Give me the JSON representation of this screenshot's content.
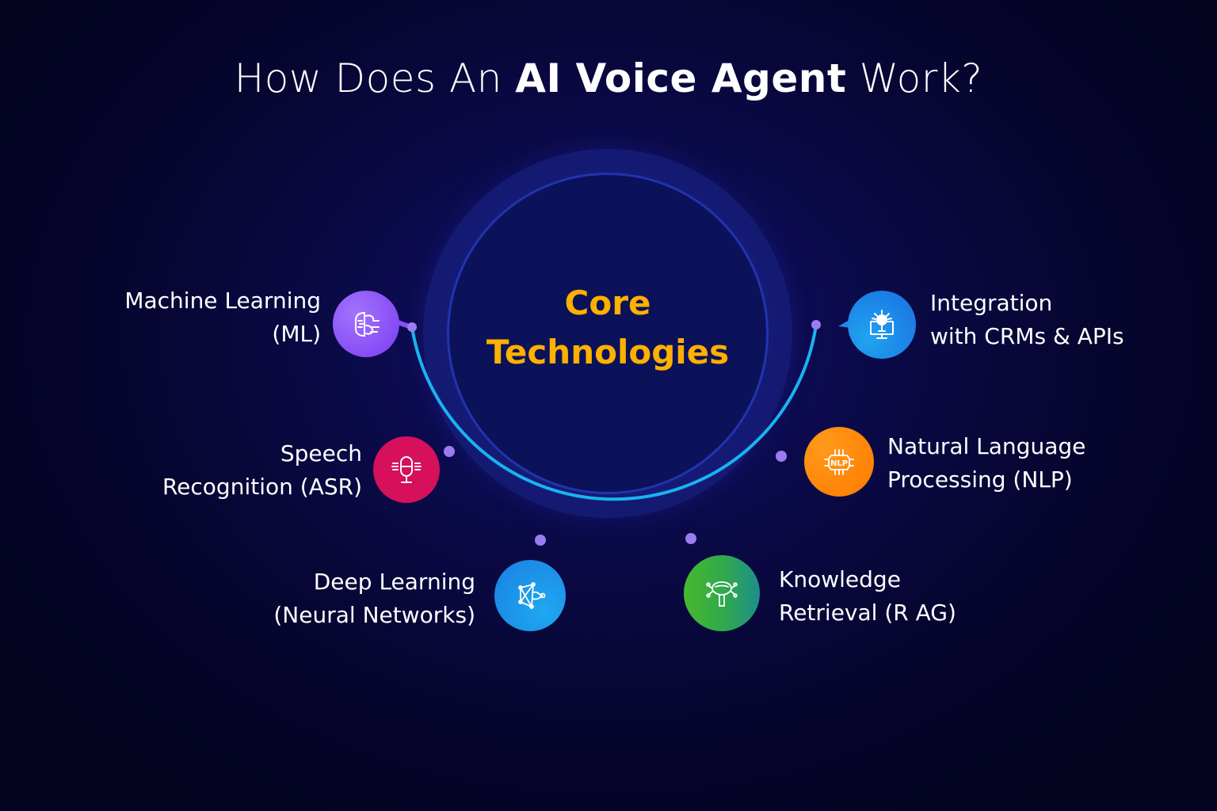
{
  "title": {
    "prefix": "How Does An ",
    "highlight": "AI Voice Agent",
    "suffix": " Work?"
  },
  "center": {
    "line1": "Core",
    "line2": "Technologies",
    "color": "#ffb000"
  },
  "technologies": [
    {
      "id": "ml",
      "line1": "Machine Learning",
      "line2": "(ML)",
      "icon": "brain-circuit-icon",
      "color": "#8a4dff",
      "side": "left"
    },
    {
      "id": "asr",
      "line1": "Speech",
      "line2": "Recognition (ASR)",
      "icon": "microphone-icon",
      "color": "#d6105a",
      "side": "left"
    },
    {
      "id": "dl",
      "line1": "Deep Learning",
      "line2": "(Neural Networks)",
      "icon": "neural-network-icon",
      "color": "#1f8fe8",
      "side": "left"
    },
    {
      "id": "integration",
      "line1": "Integration",
      "line2": "with CRMs & APIs",
      "icon": "monitor-integration-icon",
      "color": "#1e88e5",
      "side": "right"
    },
    {
      "id": "nlp",
      "line1": "Natural Language",
      "line2": "Processing (NLP)",
      "icon": "nlp-chip-icon",
      "color": "#ff8c0a",
      "side": "right"
    },
    {
      "id": "rag",
      "line1": "Knowledge",
      "line2": "Retrieval (R AG)",
      "icon": "knowledge-retrieval-icon",
      "color": "#3cb043",
      "side": "right"
    }
  ],
  "colors": {
    "background": "#08073a",
    "arc": "#1ab2f0",
    "dot": "#9b7cf0",
    "text": "#ffffff"
  }
}
